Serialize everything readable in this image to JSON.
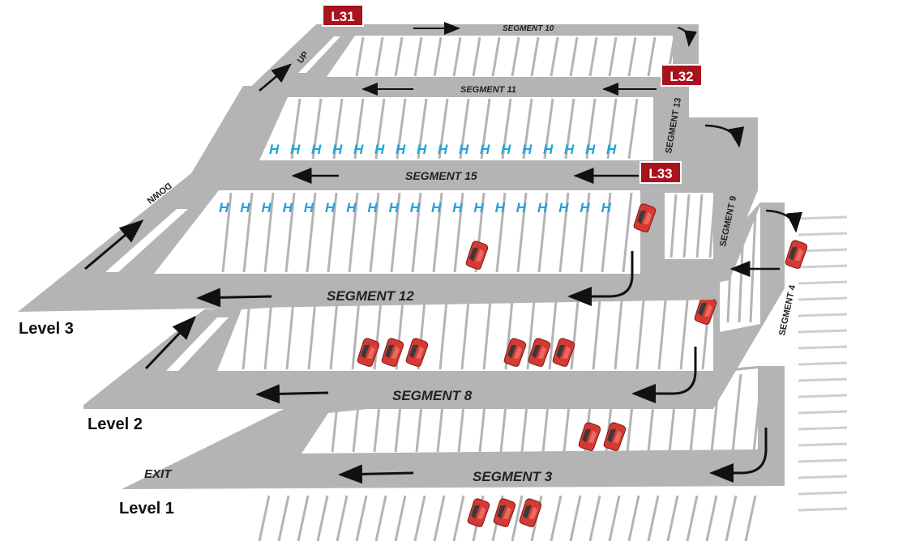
{
  "levels": [
    {
      "id": "level-1",
      "label": "Level 1"
    },
    {
      "id": "level-2",
      "label": "Level 2"
    },
    {
      "id": "level-3",
      "label": "Level 3"
    }
  ],
  "segments": {
    "s3": "SEGMENT 3",
    "s4": "SEGMENT 4",
    "s8": "SEGMENT 8",
    "s9": "SEGMENT 9",
    "s10": "SEGMENT 10",
    "s11": "SEGMENT 11",
    "s12": "SEGMENT 12",
    "s13": "SEGMENT 13",
    "s15": "SEGMENT 15"
  },
  "markers": {
    "l31": "L31",
    "l32": "L32",
    "l33": "L33"
  },
  "ramps": {
    "up": "UP",
    "down": "DOWN",
    "exit": "EXIT"
  },
  "handicap_symbol": "H",
  "colors": {
    "deck": "#b4b4b4",
    "stall_area": "#ffffff",
    "stall_line": "#b4b4b4",
    "marker_badge": "#a8131d",
    "handicap": "#1fa3dd",
    "car": "#d43a33"
  }
}
